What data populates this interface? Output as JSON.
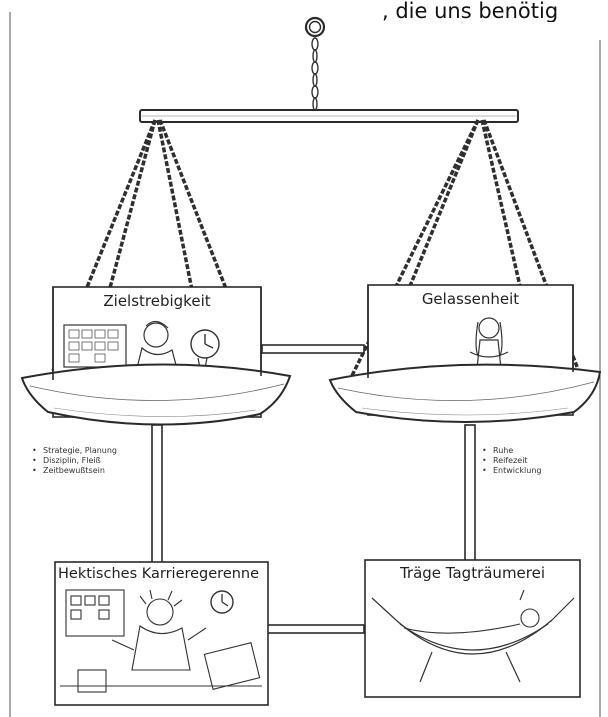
{
  "top_text": ", die uns benötig",
  "scale": {
    "left_pan": {
      "title": "Zielstrebigkeit",
      "qualities": [
        "Strategie, Planung",
        "Disziplin, Fleiß",
        "Zeitbewußtsein"
      ]
    },
    "right_pan": {
      "title": "Gelassenheit",
      "qualities": [
        "Ruhe",
        "Reifezeit",
        "Entwicklung"
      ]
    }
  },
  "extremes": {
    "left": {
      "title": "Hektisches Karrieregerenne"
    },
    "right": {
      "title": "Träge Tagträumerei"
    }
  },
  "icons": {
    "hanging_ring": "ring-icon",
    "clock_left": "clock-icon",
    "clock_bottom": "clock-icon",
    "watering_can": "watering-can-icon",
    "hammock": "hammock-icon"
  },
  "colors": {
    "ink": "#2a2a2a",
    "paper": "#ffffff"
  }
}
